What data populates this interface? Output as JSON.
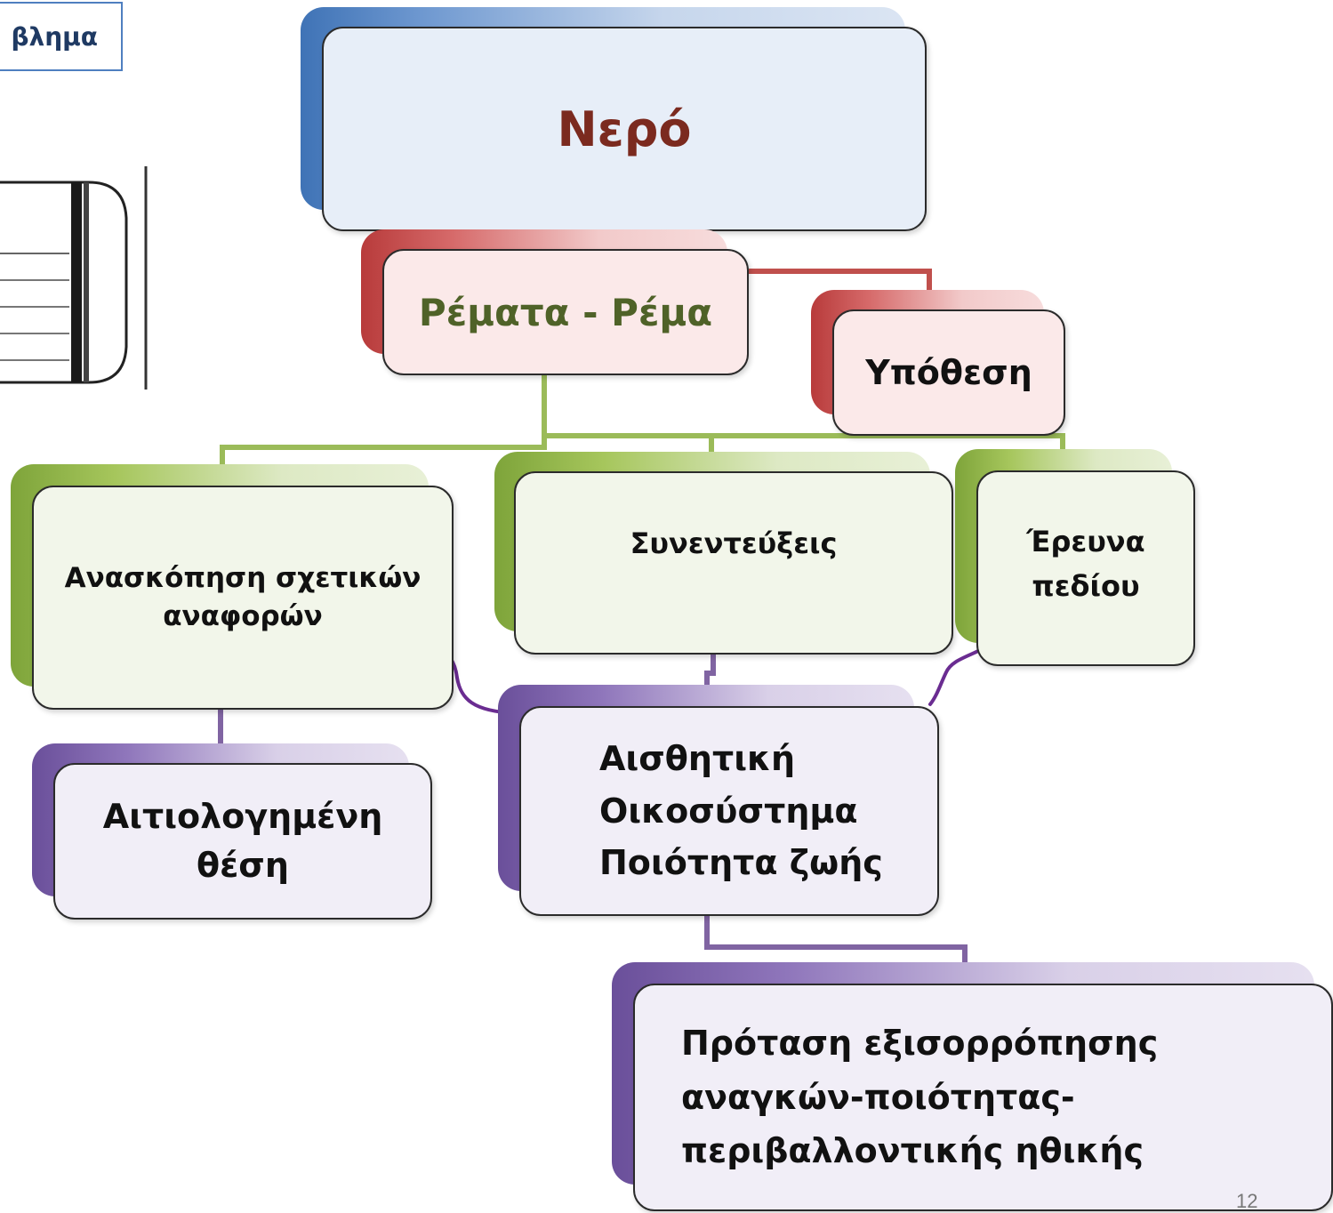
{
  "header": {
    "title_fragment": "βλημα"
  },
  "nodes": {
    "root": "Νερό",
    "streams": "Ρέματα - Ρέμα",
    "hypothesis": "Υπόθεση",
    "review": "Ανασκόπηση σχετικών\nαναφορών",
    "interviews": "Συνεντεύξεις",
    "field_research": "Έρευνα\nπεδίου",
    "justified_position": "Αιτιολογημένη\nθέση",
    "aspects": "Αισθητική\nΟικοσύστημα\nΠοιότητα ζωής",
    "proposal": "Πρόταση εξισορρόπησης\nαναγκών-ποιότητας-\nπεριβαλλοντικής ηθικής"
  },
  "page_number": "12",
  "colors": {
    "blue": "#4472c4",
    "red": "#c0504d",
    "green": "#9bbb59",
    "purple": "#8064a2",
    "root_text": "#7b2a1f",
    "streams_text": "#4f6228",
    "body_text": "#111111",
    "curve": "#6a2c91"
  }
}
